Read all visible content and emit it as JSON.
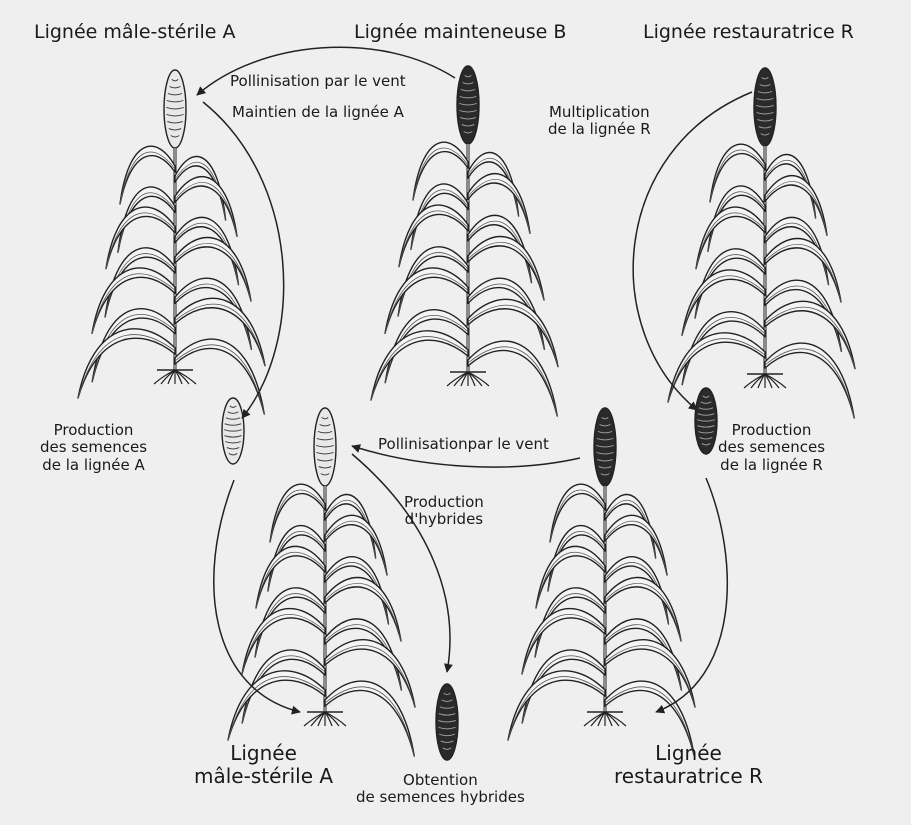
{
  "lines": {
    "male_sterile_a": "Lignée mâle-stérile A",
    "maintainer_b": "Lignée mainteneuse B",
    "restorer_r": "Lignée restauratrice R",
    "bottom_male_sterile": [
      "Lignée",
      "mâle-stérile A"
    ],
    "bottom_restorer": [
      "Lignée",
      "restauratrice R"
    ]
  },
  "annotations": {
    "pollination_top": "Pollinisation par le vent",
    "maintain_a": "Maintien de la lignée A",
    "multiply_r": [
      "Multiplication",
      "de la lignée R"
    ],
    "produce_seed_a": [
      "Production",
      "des semences",
      "de la lignée A"
    ],
    "pollination_middle": "Pollinisationpar le vent",
    "produce_hybrids": [
      "Production",
      "d'hybrides"
    ],
    "produce_seed_r": [
      "Production",
      "des semences",
      "de la lignée R"
    ],
    "obtain_hybrid_seed": [
      "Obtention",
      "de semences hybrides"
    ]
  }
}
